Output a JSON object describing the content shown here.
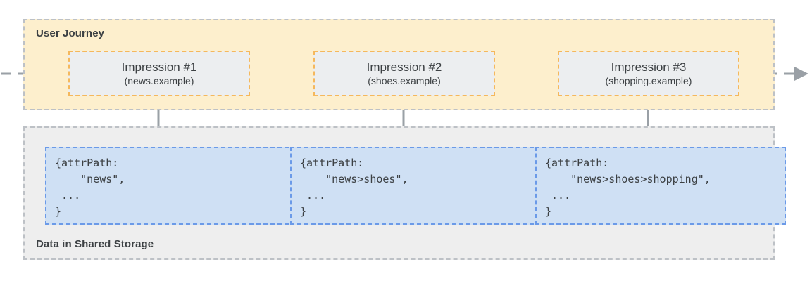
{
  "journey": {
    "title": "User Journey",
    "impressions": [
      {
        "title": "Impression #1",
        "site": "(news.example)"
      },
      {
        "title": "Impression #2",
        "site": "(shoes.example)"
      },
      {
        "title": "Impression #3",
        "site": "(shopping.example)"
      }
    ]
  },
  "storage": {
    "title": "Data in Shared Storage",
    "records": [
      {
        "code": "{attrPath:\n    \"news\",\n ...\n}"
      },
      {
        "code": "{attrPath:\n    \"news>shoes\",\n ...\n}"
      },
      {
        "code": "{attrPath:\n    \"news>shoes>shopping\",\n ...\n}"
      }
    ]
  },
  "colors": {
    "journey_background": "#fdefcd",
    "storage_background": "#eeeeee",
    "impression_background": "#eceef0",
    "impression_border": "#f5b85c",
    "code_background": "#cfe0f4",
    "code_border": "#6b9ae8",
    "container_border": "#bdc1c6",
    "arrow": "#9aa0a6",
    "text": "#3c4043"
  },
  "arrows": {
    "entry": "dashed-arrow-in-from-left",
    "exit": "dashed-arrow-out-to-right",
    "between_impressions": "solid-arrow-right",
    "impression_to_record": "solid-arrow-down"
  }
}
